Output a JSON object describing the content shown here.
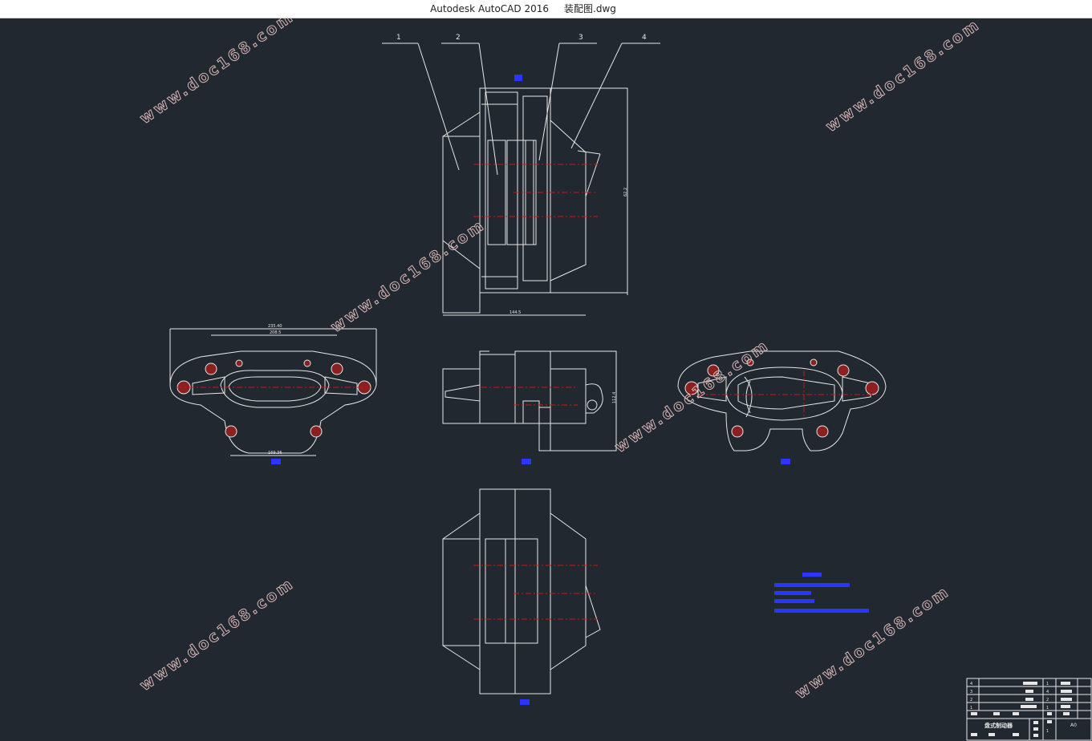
{
  "window": {
    "title": "Autodesk AutoCAD 2016     装配图.dwg"
  },
  "watermark": "www.doc168.com",
  "balloons": [
    "1",
    "2",
    "3",
    "4"
  ],
  "colors": {
    "background": "#212830",
    "linework": "#e6e6e6",
    "centerline": "#d21414",
    "annotation": "#2a36ff"
  },
  "drawing_icons": [
    "watermark",
    "title-block"
  ],
  "title_block": {
    "drawing_name": "盘式制动器",
    "scale": "A0",
    "sheet_no": "1"
  }
}
